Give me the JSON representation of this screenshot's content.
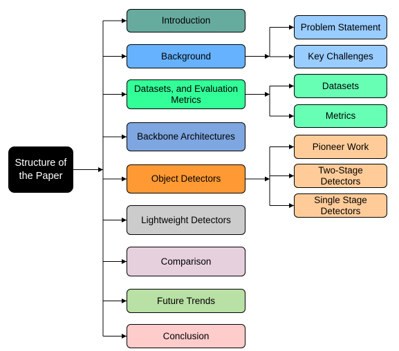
{
  "root": {
    "label": "Structure of\nthe Paper",
    "color": "#000000"
  },
  "sections": [
    {
      "label": "Introduction",
      "color": "#67AB9F"
    },
    {
      "label": "Background",
      "color": "#66B2FF",
      "children": [
        {
          "label": "Problem Statement",
          "color": "#99CCFF"
        },
        {
          "label": "Key Challenges",
          "color": "#99CCFF"
        }
      ]
    },
    {
      "label": "Datasets, and Evaluation\nMetrics",
      "color": "#33FF99",
      "children": [
        {
          "label": "Datasets",
          "color": "#66FFB3"
        },
        {
          "label": "Metrics",
          "color": "#66FFB3"
        }
      ]
    },
    {
      "label": "Backbone Architectures",
      "color": "#7EA6E0"
    },
    {
      "label": "Object Detectors",
      "color": "#FF9933",
      "children": [
        {
          "label": "Pioneer Work",
          "color": "#FFCC99"
        },
        {
          "label": "Two-Stage Detectors",
          "color": "#FFCC99"
        },
        {
          "label": "Single Stage\nDetectors",
          "color": "#FFCC99"
        }
      ]
    },
    {
      "label": "Lightweight Detectors",
      "color": "#CCCCCC"
    },
    {
      "label": "Comparison",
      "color": "#E6D0DE"
    },
    {
      "label": "Future Trends",
      "color": "#B9E0A5"
    },
    {
      "label": "Conclusion",
      "color": "#FFCCCC"
    }
  ]
}
